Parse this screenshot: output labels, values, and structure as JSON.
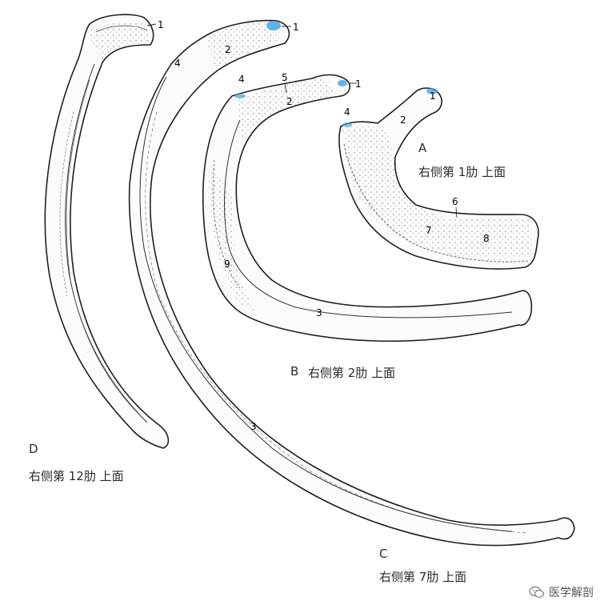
{
  "figure": {
    "panels": [
      {
        "letter": "A",
        "caption": "右侧第 1肋  上面",
        "labels": [
          "1",
          "2",
          "4",
          "6",
          "7",
          "8"
        ]
      },
      {
        "letter": "B",
        "caption": "右侧第 2肋  上面",
        "labels": [
          "1",
          "2",
          "3",
          "4",
          "5",
          "9"
        ]
      },
      {
        "letter": "C",
        "caption": "右侧第 7肋  上面",
        "labels": [
          "1",
          "2",
          "3",
          "4"
        ]
      },
      {
        "letter": "D",
        "caption": "右侧第 12肋  上面",
        "labels": [
          "1"
        ]
      }
    ],
    "colors": {
      "line": "#1f1f1f",
      "bone_fill": "#fbfbfb",
      "cartilage": "#4aa6e0"
    }
  },
  "watermark": {
    "icon": "wechat-icon",
    "text": "医学解剖"
  }
}
